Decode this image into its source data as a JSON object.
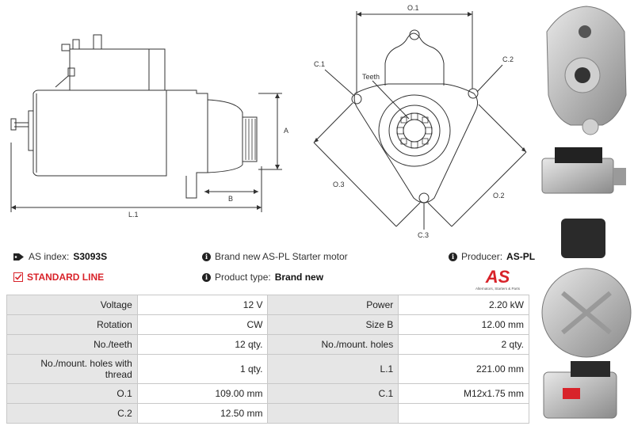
{
  "drawing": {
    "labels": {
      "a": "A",
      "b": "B",
      "l1": "L.1",
      "o1": "O.1",
      "o2": "O.2",
      "o3": "O.3",
      "c1": "C.1",
      "c2": "C.2",
      "c3": "C.3",
      "teeth": "Teeth"
    }
  },
  "info": {
    "as_index_label": "AS index:",
    "as_index_value": "S3093S",
    "standard_line": "STANDARD LINE",
    "description": "Brand new AS-PL Starter motor",
    "product_type_label": "Product type:",
    "product_type_value": "Brand new",
    "producer_label": "Producer:",
    "producer_value": "AS-PL"
  },
  "logo": {
    "text": "AS",
    "subtitle": "Alternators, Starters & Parts",
    "color": "#d8232a"
  },
  "specs": {
    "rows": [
      {
        "k1": "Voltage",
        "v1": "12 V",
        "k2": "Power",
        "v2": "2.20 kW"
      },
      {
        "k1": "Rotation",
        "v1": "CW",
        "k2": "Size B",
        "v2": "12.00 mm"
      },
      {
        "k1": "No./teeth",
        "v1": "12 qty.",
        "k2": "No./mount. holes",
        "v2": "2 qty."
      },
      {
        "k1": "No./mount. holes with thread",
        "v1": "1 qty.",
        "k2": "L.1",
        "v2": "221.00 mm"
      },
      {
        "k1": "O.1",
        "v1": "109.00 mm",
        "k2": "C.1",
        "v2": "M12x1.75 mm"
      },
      {
        "k1": "C.2",
        "v1": "12.50 mm",
        "k2": "",
        "v2": ""
      }
    ]
  },
  "colors": {
    "accent": "#d8232a",
    "header_cell": "#e6e6e6",
    "border": "#c8c8c8"
  },
  "icons": [
    "tag-icon",
    "check-icon",
    "info-icon"
  ]
}
